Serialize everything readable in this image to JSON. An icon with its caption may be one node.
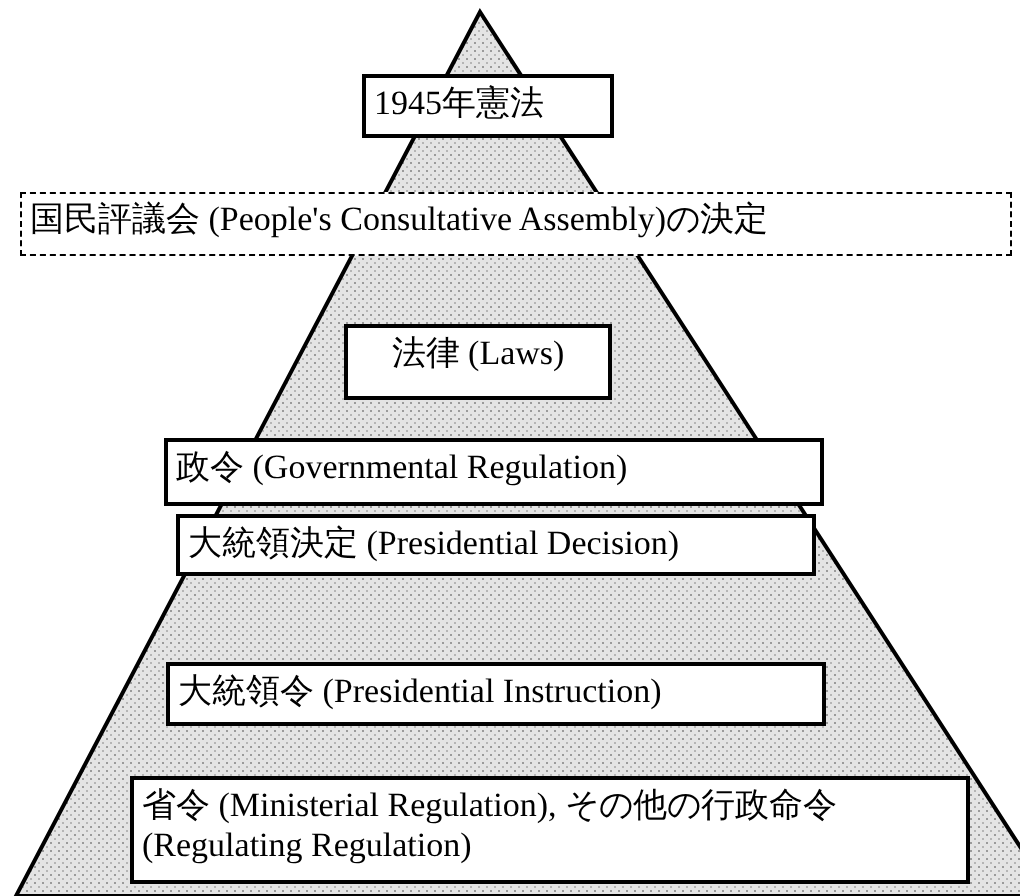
{
  "diagram": {
    "nodes": [
      {
        "text": [
          "1945年憲法"
        ]
      },
      {
        "text": [
          "国民評議会 (People's Consultative Assembly)の決定"
        ]
      },
      {
        "text": [
          "法律 (Laws)"
        ]
      },
      {
        "text": [
          "政令 (Governmental Regulation)"
        ]
      },
      {
        "text": [
          "大統領決定 (Presidential Decision)"
        ]
      },
      {
        "text": [
          "大統領令 (Presidential Instruction)"
        ]
      },
      {
        "text": [
          "省令 (Ministerial Regulation), その他の行政命令 (Regulating Regulation)"
        ]
      }
    ]
  }
}
